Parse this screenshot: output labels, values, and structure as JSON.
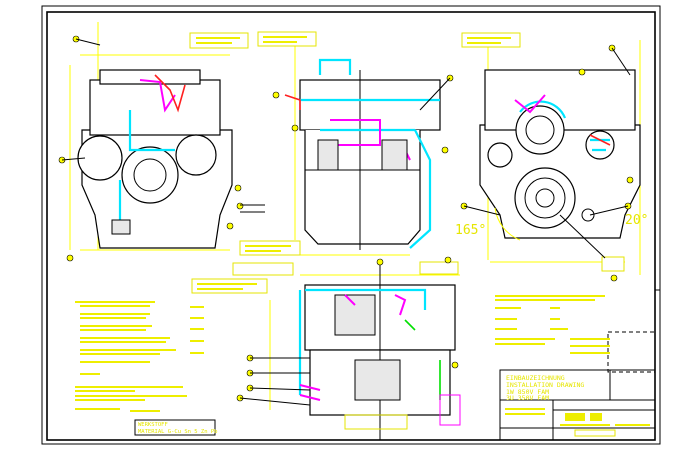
{
  "title_block": {
    "title_de": "EINBAUZEICHNUNG",
    "title_en": "INSTALLATION DRAWING",
    "model_1": "1W 850V FAM",
    "model_2": "3U 350V FAM"
  },
  "material_box": {
    "label_de": "WERKSTOFF",
    "label_en": "MATERIAL  G-Cu Sn 5 Zn Pb"
  },
  "angles": {
    "left": "165°",
    "right": "20°"
  },
  "colors": {
    "dimension": "#ffff00",
    "outline": "#000000",
    "coolant_pipe": "#00e5ff",
    "oil_pipe": "#ff00ff",
    "accent_red": "#ff2020",
    "accent_green": "#00e000"
  }
}
